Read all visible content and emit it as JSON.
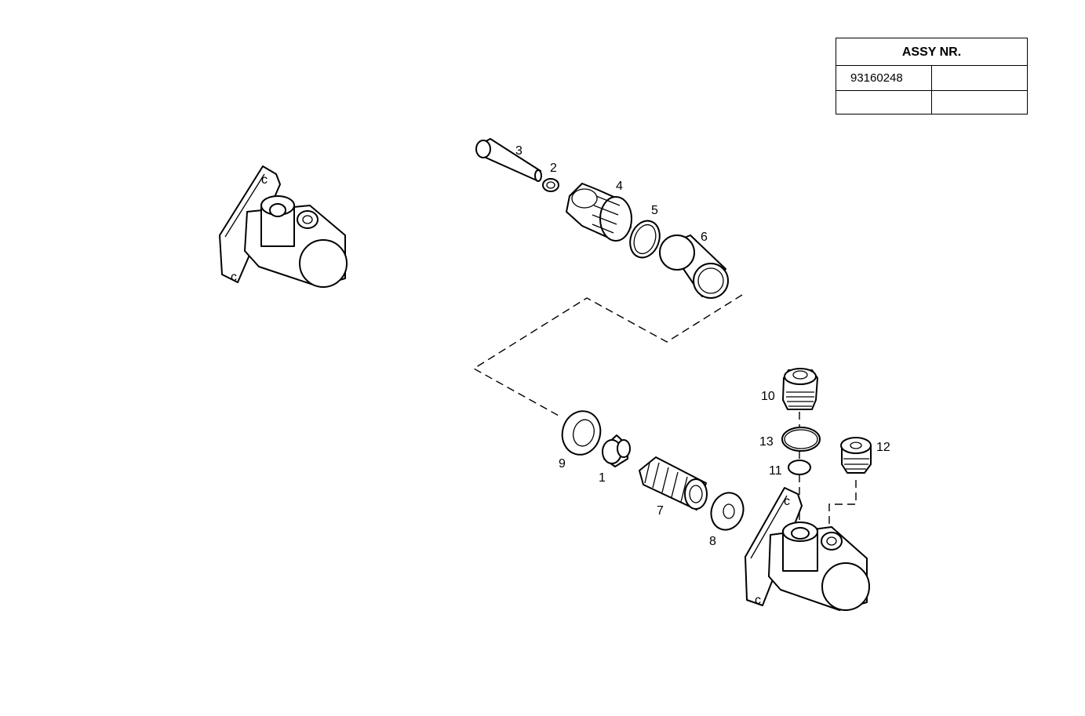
{
  "assy_table": {
    "header": "ASSY NR.",
    "rows": [
      [
        "93160248",
        ""
      ],
      [
        "",
        ""
      ]
    ]
  },
  "callouts": {
    "p1": "1",
    "p2": "2",
    "p3": "3",
    "p4": "4",
    "p5": "5",
    "p6": "6",
    "p7": "7",
    "p8": "8",
    "p9": "9",
    "p10": "10",
    "p11": "11",
    "p12": "12",
    "p13": "13"
  }
}
